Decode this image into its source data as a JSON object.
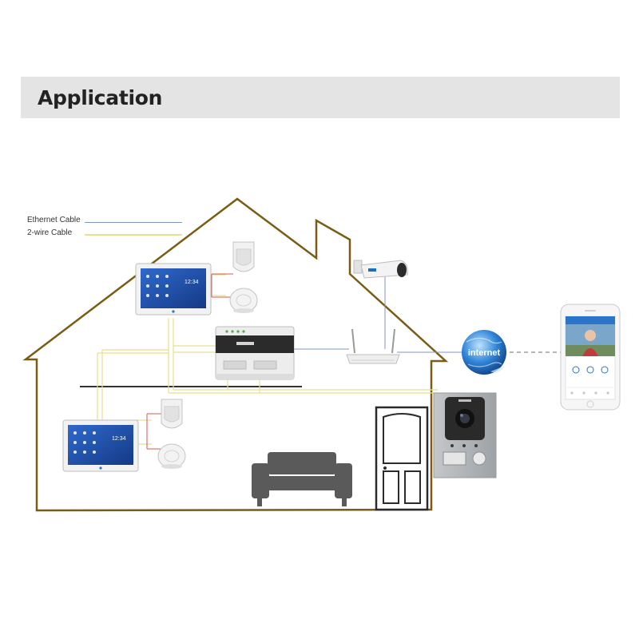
{
  "header": {
    "title": "Application"
  },
  "legend": {
    "items": [
      {
        "label": "Ethernet Cable",
        "color": "#7f95c8"
      },
      {
        "label": "2-wire Cable",
        "color": "#e8e08a"
      }
    ]
  },
  "cloud": {
    "label": "internet"
  },
  "monitors": [
    {
      "time": "12:34"
    },
    {
      "time": "12:34"
    }
  ],
  "colors": {
    "house_outline": "#7a5c14",
    "ethernet": "#7f95c8",
    "two_wire": "#e8e08a",
    "accent_blue": "#2a74c9"
  },
  "icons": [
    "indoor-monitor-icon",
    "pir-detector-icon",
    "smoke-detector-icon",
    "network-switch-icon",
    "wifi-router-icon",
    "bullet-camera-icon",
    "internet-globe-icon",
    "smartphone-icon",
    "sofa-icon",
    "door-icon",
    "door-station-icon"
  ]
}
